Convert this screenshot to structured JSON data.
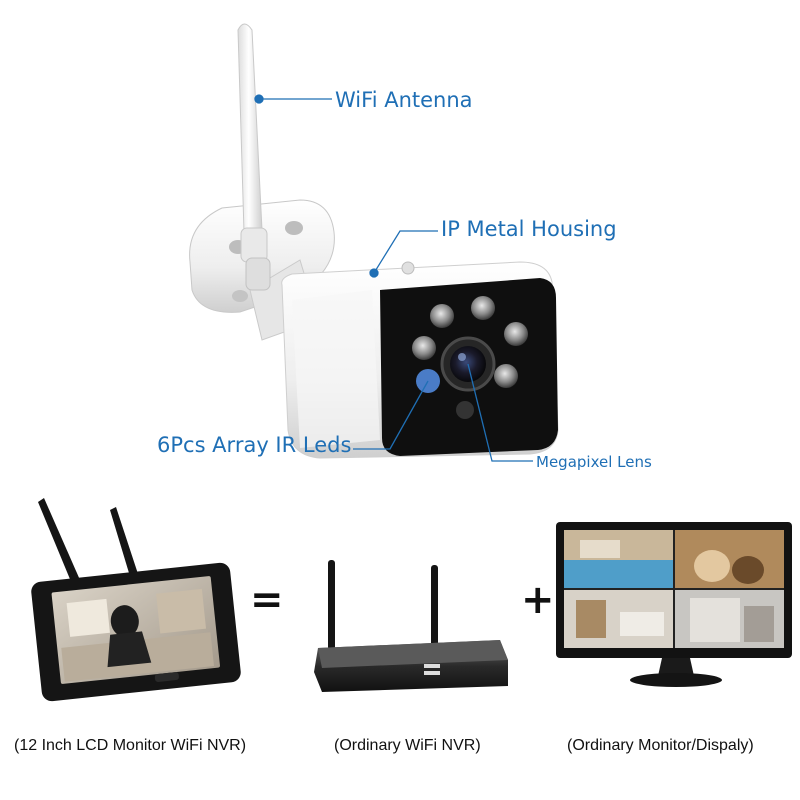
{
  "callouts": {
    "wifi_antenna": "WiFi Antenna",
    "ip_metal_housing": "IP Metal Housing",
    "ir_leds": "6Pcs Array IR Leds",
    "megapixel_lens": "Megapixel Lens"
  },
  "symbols": {
    "equals": "=",
    "plus": "+"
  },
  "captions": {
    "lcd_monitor_nvr": "(12 Inch LCD Monitor WiFi NVR)",
    "ordinary_nvr": "(Ordinary WiFi NVR)",
    "ordinary_monitor": "(Ordinary Monitor/Dispaly)"
  },
  "colors": {
    "callout": "#1f6fb5",
    "camera_body": "#f3f3f3",
    "device_black": "#151515"
  }
}
